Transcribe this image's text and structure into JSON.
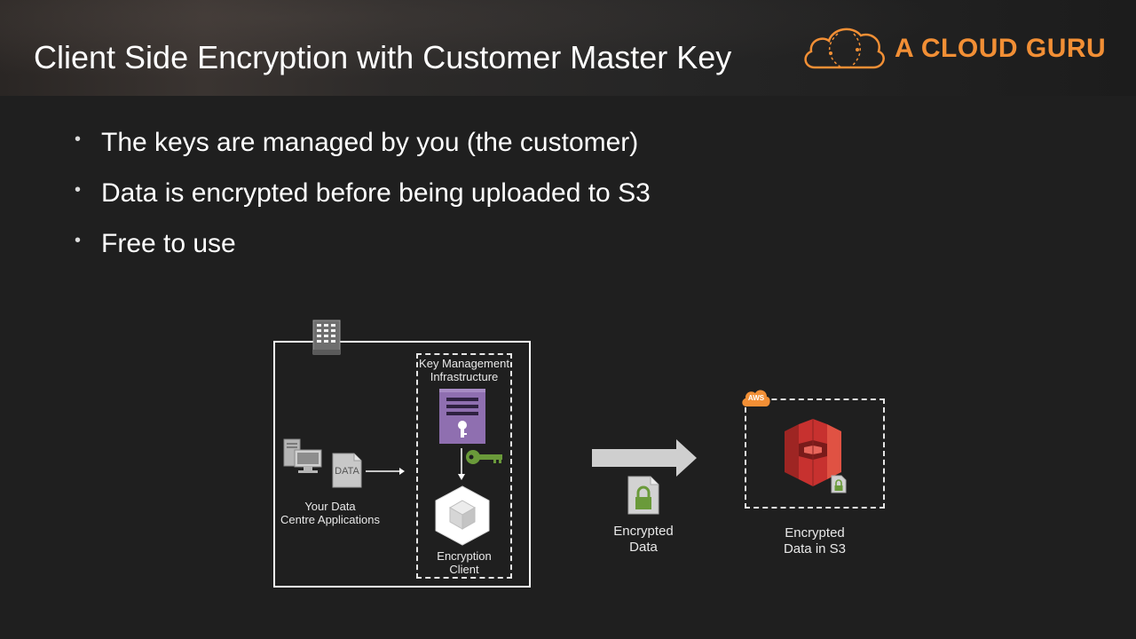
{
  "slide": {
    "title": "Client Side Encryption with Customer Master Key",
    "brand": "A CLOUD GURU"
  },
  "bullets": [
    "The keys are managed by you (the customer)",
    "Data is encrypted before being uploaded to S3",
    "Free to use"
  ],
  "diagram": {
    "data_doc_label": "DATA",
    "kmi_label_line1": "Key Management",
    "kmi_label_line2": "Infrastructure",
    "apps_label_line1": "Your Data",
    "apps_label_line2": "Centre Applications",
    "client_label_line1": "Encryption",
    "client_label_line2": "Client",
    "enc_data_line1": "Encrypted",
    "enc_data_line2": "Data",
    "s3_label_line1": "Encrypted",
    "s3_label_line2": "Data in S3",
    "aws_badge": "AWS"
  },
  "colors": {
    "brand_orange": "#f28f35",
    "kms_purple": "#8f6fb0",
    "key_green": "#6a9a3a",
    "s3_red": "#c7312f"
  },
  "icons": [
    "building-icon",
    "computer-icon",
    "document-icon",
    "kms-key-icon",
    "key-icon",
    "encryption-client-cube-icon",
    "big-arrow-icon",
    "lock-file-icon",
    "aws-cloud-badge-icon",
    "s3-bucket-icon"
  ]
}
